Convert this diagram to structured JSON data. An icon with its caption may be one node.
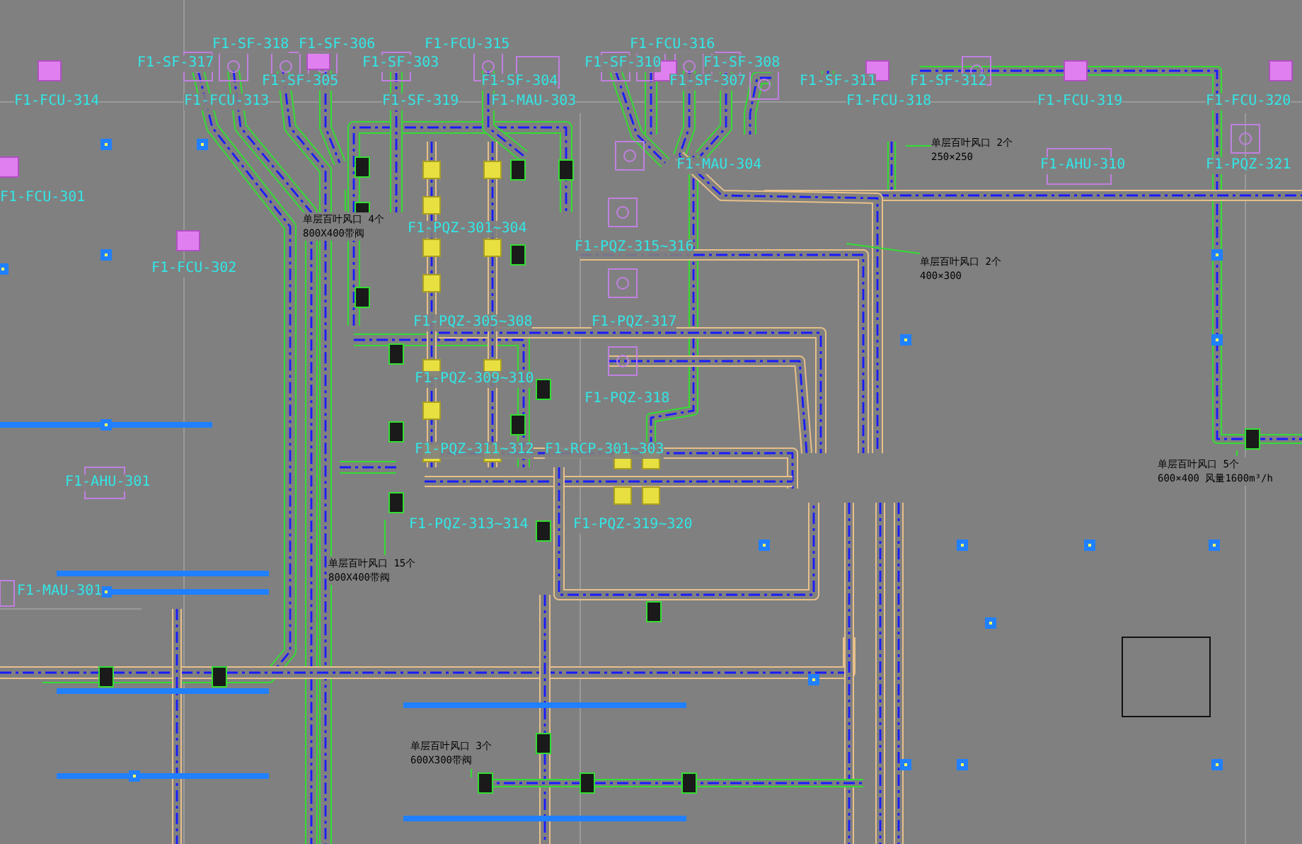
{
  "diagram": {
    "nodes": [
      {
        "text": [
          "单层百叶风口 4个",
          "800X400带阀"
        ]
      },
      {
        "text": [
          "单层百叶风口 2个",
          "250×250"
        ]
      },
      {
        "text": [
          "单层百叶风口 2个",
          "400×300"
        ]
      },
      {
        "text": [
          "单层百叶风口 5个",
          "600×400 风量1600m³/h"
        ]
      },
      {
        "text": [
          "单层百叶风口 15个",
          "800X400带阀"
        ]
      },
      {
        "text": [
          "单层百叶风口 3个",
          "600X300带阀"
        ]
      }
    ],
    "edges": [
      {
        "from": 0,
        "to": null,
        "arrow": "none"
      },
      {
        "from": 1,
        "to": null,
        "arrow": "none"
      },
      {
        "from": 2,
        "to": null,
        "arrow": "none"
      },
      {
        "from": 3,
        "to": null,
        "arrow": "none"
      },
      {
        "from": 4,
        "to": null,
        "arrow": "none"
      },
      {
        "from": 5,
        "to": null,
        "arrow": "none"
      }
    ],
    "labels": [
      "F1-SF-318",
      "F1-SF-306",
      "F1-FCU-315",
      "F1-FCU-316",
      "F1-SF-317",
      "F1-SF-303",
      "F1-SF-310",
      "F1-SF-308",
      "F1-SF-305",
      "F1-SF-304",
      "F1-SF-307",
      "F1-SF-311",
      "F1-SF-312",
      "F1-FCU-314",
      "F1-FCU-313",
      "F1-SF-319",
      "F1-MAU-303",
      "F1-FCU-318",
      "F1-FCU-319",
      "F1-FCU-320",
      "F1-MAU-304",
      "F1-AHU-310",
      "F1-PQZ-321",
      "F1-FCU-301",
      "F1-PQZ-301~304",
      "F1-PQZ-315~316",
      "F1-FCU-302",
      "F1-PQZ-305~308",
      "F1-PQZ-317",
      "F1-PQZ-309~310",
      "F1-PQZ-318",
      "F1-PQZ-311~312",
      "F1-RCP-301~303",
      "F1-AHU-301",
      "F1-PQZ-313~314",
      "F1-PQZ-319~320",
      "F1-MAU-301"
    ]
  }
}
